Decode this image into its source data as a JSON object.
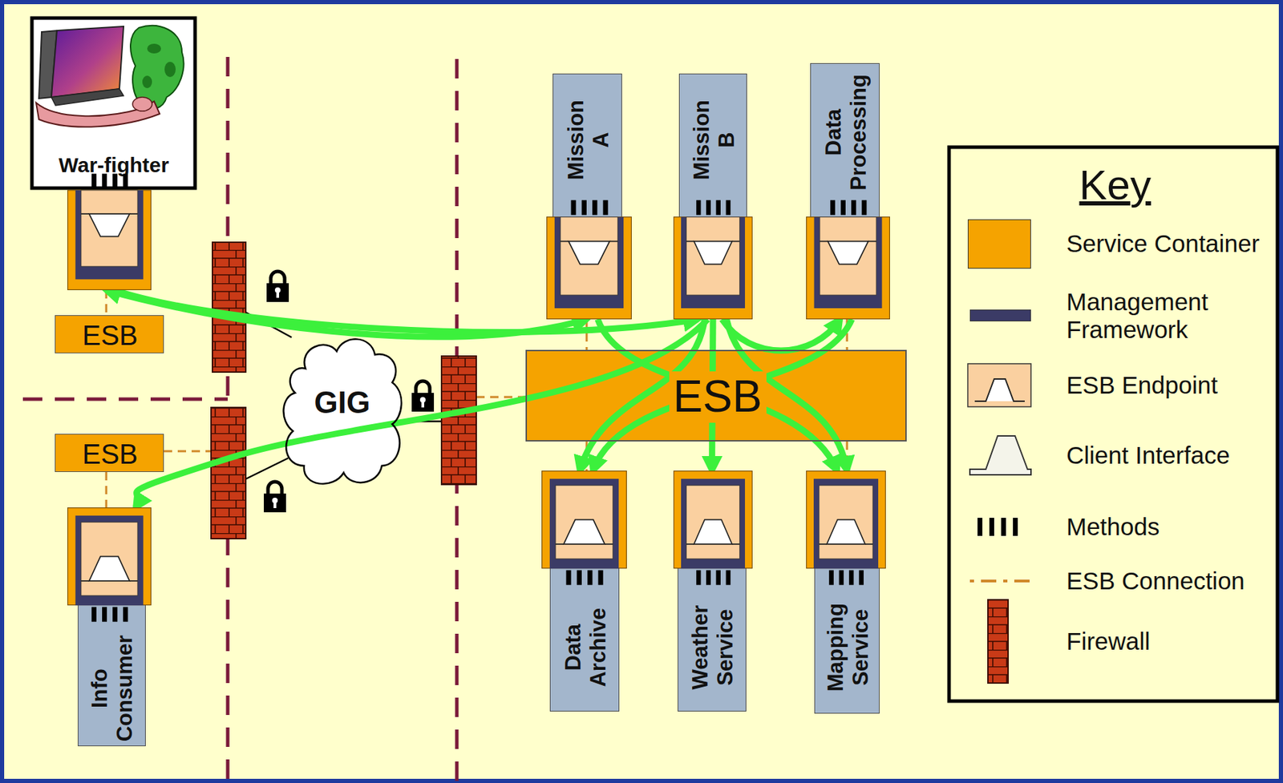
{
  "diagram": {
    "nodes": [
      {
        "text": [
          "War-fighter"
        ]
      },
      {
        "text": [
          "Mission A"
        ]
      },
      {
        "text": [
          "Mission B"
        ]
      },
      {
        "text": [
          "Data Processing"
        ]
      },
      {
        "text": [
          "ESB"
        ]
      },
      {
        "text": [
          "GIG"
        ]
      },
      {
        "text": [
          "ESB"
        ]
      },
      {
        "text": [
          "ESB"
        ]
      },
      {
        "text": [
          "Info Consumer"
        ]
      },
      {
        "text": [
          "Data Archive"
        ]
      },
      {
        "text": [
          "Weather Service"
        ]
      },
      {
        "text": [
          "Mapping Service"
        ]
      }
    ],
    "edges": [
      {
        "from": 0,
        "to": 1,
        "arrow": "both"
      },
      {
        "from": 0,
        "to": 2,
        "arrow": "to"
      },
      {
        "from": 2,
        "to": 3,
        "arrow": "to"
      },
      {
        "from": 2,
        "to": 9,
        "arrow": "to"
      },
      {
        "from": 2,
        "to": 10,
        "arrow": "to"
      },
      {
        "from": 2,
        "to": 11,
        "arrow": "to"
      },
      {
        "from": 1,
        "to": 11,
        "arrow": "to"
      },
      {
        "from": 3,
        "to": 9,
        "arrow": "to"
      },
      {
        "from": 2,
        "to": 8,
        "arrow": "to"
      }
    ],
    "labels": [
      "Key"
    ],
    "legend": [
      {
        "text": "Service Container",
        "color": "#F5A300"
      },
      {
        "text": "Management Framework",
        "color": "#3B3B66"
      },
      {
        "text": "ESB Endpoint"
      },
      {
        "text": "Client Interface"
      },
      {
        "text": "Methods"
      },
      {
        "text": "ESB Connection"
      },
      {
        "text": "Firewall"
      }
    ]
  }
}
